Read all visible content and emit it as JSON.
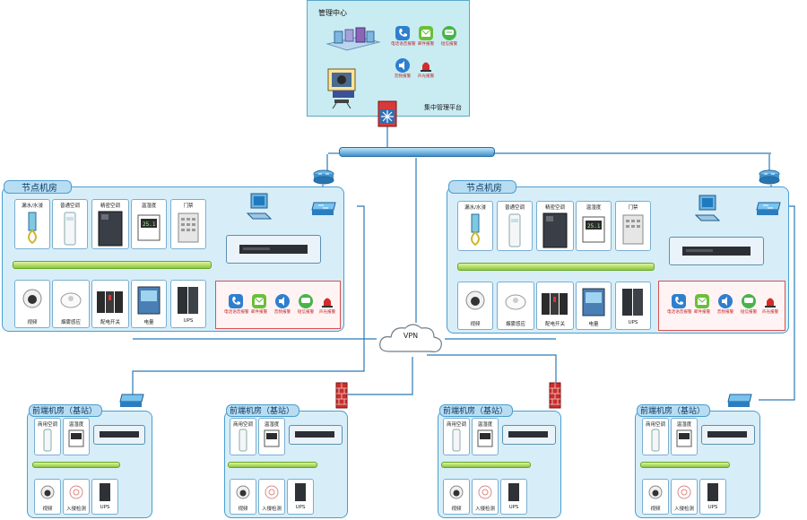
{
  "mgmt": {
    "title": "管理中心",
    "platform": "集中管理平台",
    "alarms": [
      {
        "label": "电话语音报警",
        "icon": "phone-icon"
      },
      {
        "label": "邮件报警",
        "icon": "mail-icon"
      },
      {
        "label": "短信报警",
        "icon": "sms-icon"
      },
      {
        "label": "音频报警",
        "icon": "speaker-icon"
      },
      {
        "label": "声光报警",
        "icon": "siren-icon"
      }
    ]
  },
  "node_rooms": [
    {
      "title": "节点机房",
      "top_devices": [
        "漏水/水浸",
        "普通空调",
        "精密空调",
        "温湿度",
        "门禁"
      ],
      "bottom_devices": [
        "视频",
        "烟雾感应",
        "配电开关",
        "电量",
        "UPS"
      ],
      "alarms": [
        "电话语音报警",
        "邮件报警",
        "音频报警",
        "短信报警",
        "声光报警"
      ]
    },
    {
      "title": "节点机房",
      "top_devices": [
        "漏水/水浸",
        "普通空调",
        "精密空调",
        "温湿度",
        "门禁"
      ],
      "bottom_devices": [
        "视频",
        "烟雾感应",
        "配电开关",
        "电量",
        "UPS"
      ],
      "alarms": [
        "电话语音报警",
        "邮件报警",
        "音频报警",
        "短信报警",
        "声光报警"
      ]
    }
  ],
  "vpn": {
    "label": "VPN"
  },
  "front_rooms": [
    {
      "title": "前端机房（基站）",
      "top_devices": [
        "商用空调",
        "温湿度"
      ],
      "bottom_devices": [
        "视频",
        "入侵检测",
        "UPS"
      ],
      "uplink": "switch"
    },
    {
      "title": "前端机房（基站）",
      "top_devices": [
        "商用空调",
        "温湿度"
      ],
      "bottom_devices": [
        "视频",
        "入侵检测",
        "UPS"
      ],
      "uplink": "firewall"
    },
    {
      "title": "前端机房（基站）",
      "top_devices": [
        "商用空调",
        "温湿度"
      ],
      "bottom_devices": [
        "视频",
        "入侵检测",
        "UPS"
      ],
      "uplink": "firewall"
    },
    {
      "title": "前端机房（基站）",
      "top_devices": [
        "商用空调",
        "温湿度"
      ],
      "bottom_devices": [
        "视频",
        "入侵检测",
        "UPS"
      ],
      "uplink": "switch"
    }
  ],
  "colors": {
    "panel_fill": "#d7eef8",
    "panel_border": "#4b9ecf",
    "bus": "#8dc63f",
    "alarm_text": "#c3262a",
    "link": "#2a7ab8"
  }
}
